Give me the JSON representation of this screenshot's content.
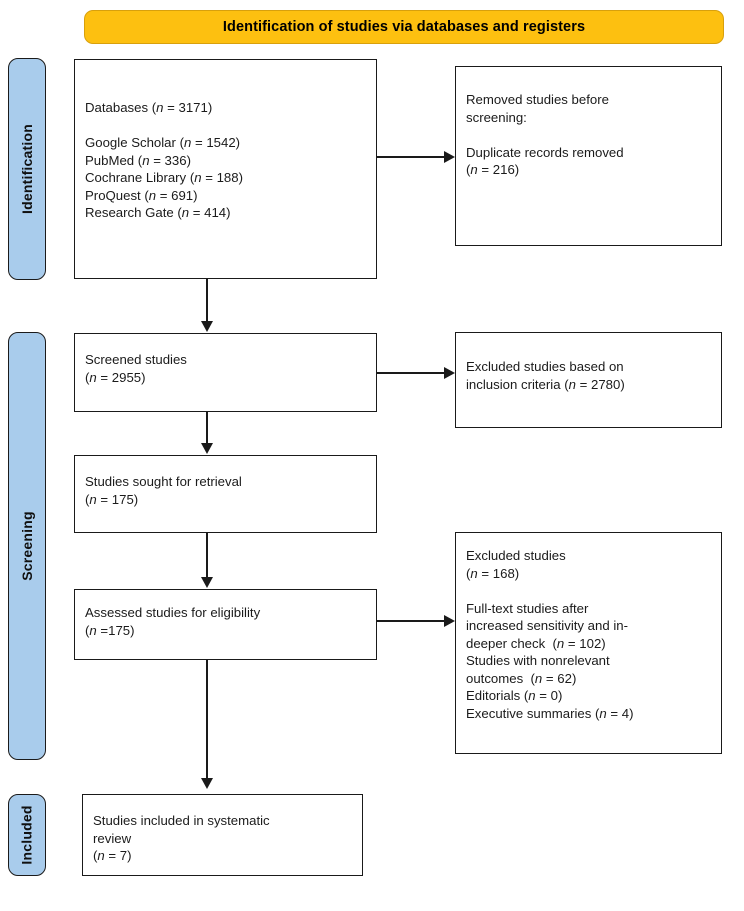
{
  "diagram": {
    "title": "Identification of studies via databases and registers",
    "type": "prisma-flow-diagram"
  },
  "banner": {
    "label": "Identification of studies via databases and registers",
    "color": "#FDC010"
  },
  "stages": [
    {
      "key": "identification",
      "label": "Identification",
      "color": "#A9CCEC"
    },
    {
      "key": "screening",
      "label": "Screening",
      "color": "#A9CCEC"
    },
    {
      "key": "included",
      "label": "Included",
      "color": "#A9CCEC"
    }
  ],
  "boxes": {
    "databases": {
      "name": "databases-box",
      "text": "Databases (n = 3171)\n\nGoogle Scholar (n = 1542)\nPubMed (n = 336)\nCochrane Library (n = 188)\nProQuest (n = 691)\nResearch Gate (n = 414)"
    },
    "removed_before_screening": {
      "name": "removed-before-screening-box",
      "text": "Removed studies before\nscreening:\n\nDuplicate records removed\n(n = 216)"
    },
    "screened": {
      "name": "screened-studies-box",
      "text": "Screened studies\n(n = 2955)"
    },
    "excluded_inclusion_criteria": {
      "name": "excluded-inclusion-criteria-box",
      "text": "Excluded studies based on\ninclusion criteria (n = 2780)"
    },
    "sought_retrieval": {
      "name": "studies-sought-for-retrieval-box",
      "text": "Studies sought for retrieval\n(n = 175)"
    },
    "assessed_eligibility": {
      "name": "assessed-eligibility-box",
      "text": "Assessed studies for eligibility\n(n =175)"
    },
    "excluded_detail": {
      "name": "excluded-studies-detail-box",
      "text": "Excluded studies\n(n = 168)\n\nFull-text studies after\nincreased sensitivity and in-\ndeeper check  (n = 102)\nStudies with nonrelevant\noutcomes  (n = 62)\nEditorials (n = 0)\nExecutive summaries (n = 4)"
    },
    "included_review": {
      "name": "studies-included-in-review-box",
      "text": "Studies included in systematic\nreview\n(n = 7)"
    }
  },
  "counts": {
    "databases_total": 3171,
    "google_scholar": 1542,
    "pubmed": 336,
    "cochrane_library": 188,
    "proquest": 691,
    "research_gate": 414,
    "duplicates_removed": 216,
    "screened": 2955,
    "excluded_inclusion_criteria": 2780,
    "sought_for_retrieval": 175,
    "assessed_for_eligibility": 175,
    "excluded_total": 168,
    "excluded_full_text_sensitivity": 102,
    "excluded_nonrelevant_outcomes": 62,
    "excluded_editorials": 0,
    "excluded_executive_summaries": 4,
    "included_in_review": 7
  },
  "connectors": [
    {
      "name": "arrow-databases-to-removed",
      "direction": "right"
    },
    {
      "name": "arrow-databases-to-screened",
      "direction": "down"
    },
    {
      "name": "arrow-screened-to-excluded",
      "direction": "right"
    },
    {
      "name": "arrow-screened-to-sought",
      "direction": "down"
    },
    {
      "name": "arrow-sought-to-assessed",
      "direction": "down"
    },
    {
      "name": "arrow-assessed-to-excluded-detail",
      "direction": "right"
    },
    {
      "name": "arrow-assessed-to-included",
      "direction": "down"
    }
  ]
}
